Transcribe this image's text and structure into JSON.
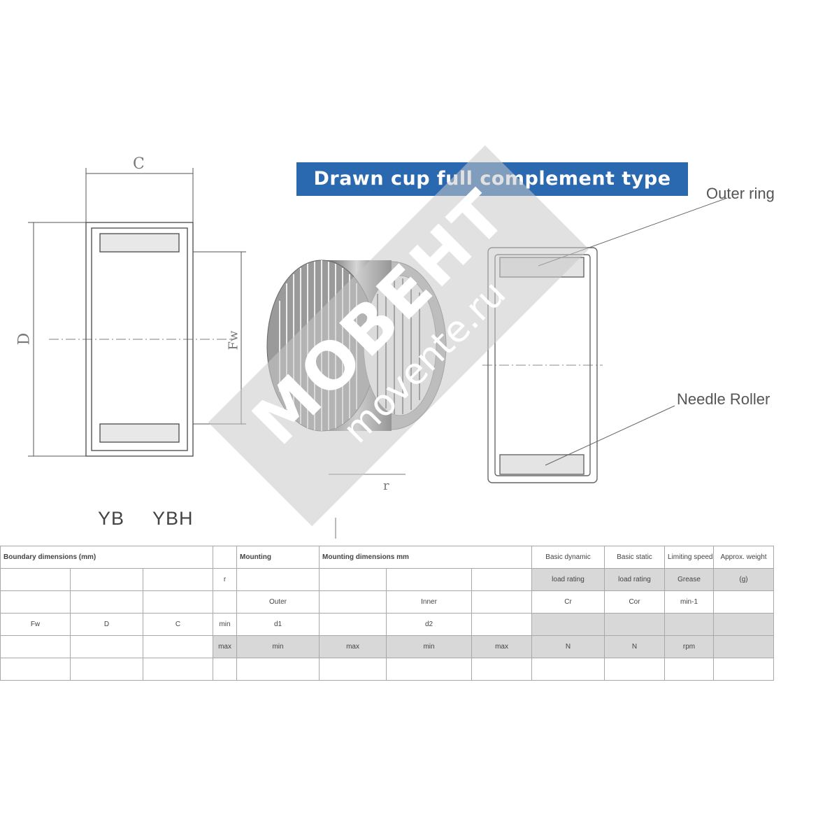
{
  "banner": "Drawn cup full complement type",
  "callouts": {
    "outer_ring": "Outer ring",
    "needle_roller": "Needle Roller"
  },
  "dimensions": {
    "c": "C",
    "d_outer": "D",
    "fw": "Fw",
    "r": "r"
  },
  "type_labels": [
    "YB",
    "YBH"
  ],
  "watermark": {
    "title": "MOBEHT",
    "subtitle": "movente.ru"
  },
  "colors": {
    "banner": "#2a68b0",
    "line": "#555555",
    "roller_dark": "#6e6e6e",
    "roller_light": "#c8c8c8"
  },
  "table": {
    "header_row": [
      "Boundary dimensions (mm)",
      "",
      "",
      "",
      "Mounting",
      "Mounting dimensions mm",
      "",
      "",
      "Basic dynamic",
      "Basic static",
      "Limiting speed",
      "Approx. weight"
    ],
    "row2": [
      "",
      "",
      "",
      "r",
      "",
      "",
      "",
      "",
      "load rating",
      "load rating",
      "Grease",
      "(g)"
    ],
    "row3": [
      "",
      "",
      "",
      "",
      "Outer",
      "",
      "Inner",
      "",
      "Cr",
      "Cor",
      "min-1",
      ""
    ],
    "row4": [
      "Fw",
      "D",
      "C",
      "min",
      "d1",
      "",
      "d2",
      "",
      "",
      "",
      "",
      ""
    ],
    "row5": [
      "",
      "",
      "",
      "max",
      "min",
      "max",
      "min",
      "max",
      "N",
      "N",
      "rpm",
      ""
    ],
    "row6": [
      "",
      "",
      "",
      "",
      "",
      "",
      "",
      "",
      "",
      "",
      "",
      ""
    ]
  }
}
